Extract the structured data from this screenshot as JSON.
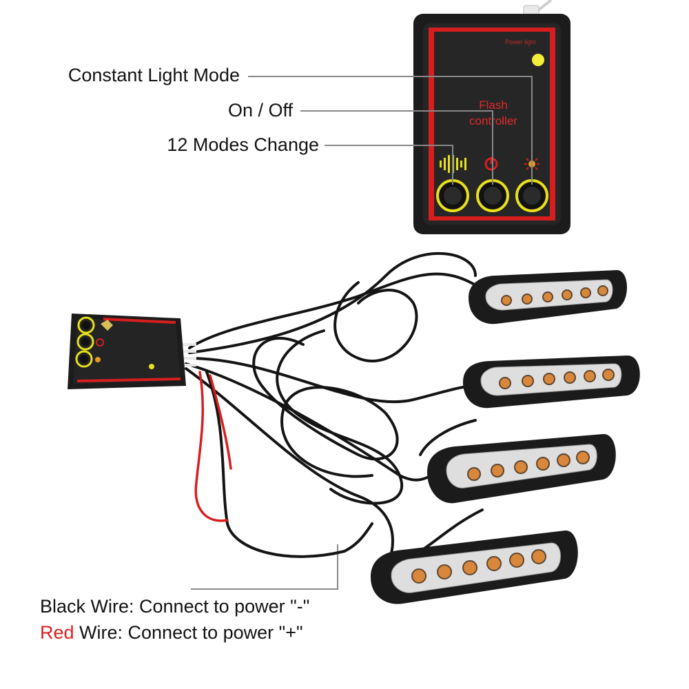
{
  "callouts": {
    "constant_light_mode": "Constant Light Mode",
    "on_off": "On / Off",
    "modes_change": "12 Modes Change"
  },
  "controller": {
    "power_light_label": "Power light",
    "title_line1": "Flash",
    "title_line2": "controller"
  },
  "wiring": {
    "black_wire": "Black Wire: Connect to power \"-\"",
    "red_word": "Red",
    "red_wire_rest": " Wire: Connect to power \"+\""
  },
  "product": {
    "light_bar_count": 4,
    "leds_per_bar": 6,
    "controller_buttons": 3
  },
  "colors": {
    "controller_body": "#1c1c1c",
    "red_trim": "#d71e1e",
    "button_ring": "#e8e01c",
    "led_amber": "#d9873a",
    "red_wire": "#d81e1e",
    "callout_line": "#888888"
  }
}
